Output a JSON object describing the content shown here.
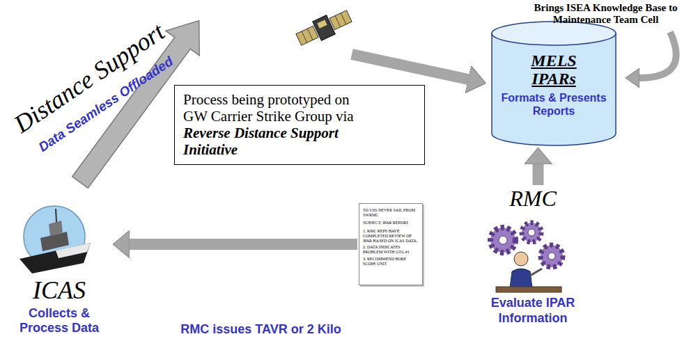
{
  "diagram": {
    "nodes": [
      {
        "text": [
          "ICAS",
          "Collects & Process Data"
        ]
      },
      {
        "text": [
          "MELS",
          "IPARs",
          "Formats & Presents Reports"
        ]
      },
      {
        "text": [
          "Process being prototyped on GW Carrier Strike Group via",
          "Reverse Distance Support Initiative"
        ]
      },
      {
        "text": [
          "TO USS NEVER SAIL FROM SWRMC",
          "SUBJECT: IPAR REPORT",
          "1. RMC REPS HAVE COMPLETED REVIEW OF IPAR BASED ON ICAS DATA.",
          "2. DATA INDICATES PROBLEM WITH GTG #1",
          "3. RECOMMEND BORE SCOPE UNIT"
        ]
      },
      {
        "text": [
          "RMC",
          "Evaluate IPAR Information"
        ]
      }
    ],
    "edges": [
      {
        "from": 4,
        "to": 1,
        "arrow": "to"
      },
      {
        "from": 3,
        "to": 0,
        "arrow": "to",
        "label": "RMC issues TAVR or 2 Kilo"
      }
    ],
    "labels": [
      "Distance Support",
      "Data Seamless Offloaded",
      "Brings ISEA Knowledge Base to Maintenance Team Cell"
    ]
  }
}
